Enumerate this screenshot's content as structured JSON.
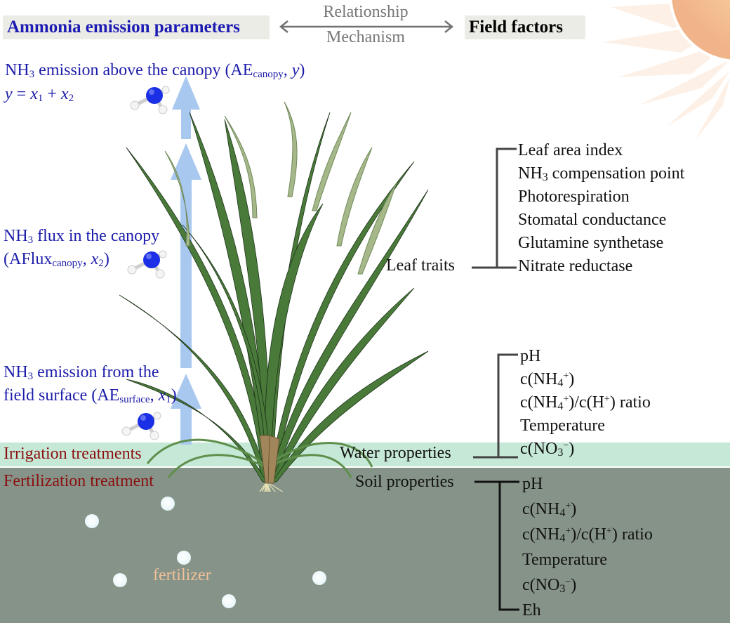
{
  "header": {
    "left_title": "Ammonia emission parameters",
    "right_title": "Field factors",
    "arrow_top_label": "Relationship",
    "arrow_bottom_label": "Mechanism"
  },
  "emission_params": {
    "canopy": {
      "prefix": "NH",
      "sub1": "3",
      "text": " emission above the canopy (AE",
      "sub2": "canopy",
      "sep": ", ",
      "var": "y",
      "close": ")",
      "equation": {
        "lhs": "y",
        "eq": " = ",
        "v1": "x",
        "s1": "1",
        "plus": " + ",
        "v2": "x",
        "s2": "2"
      }
    },
    "flux": {
      "line1_prefix": "NH",
      "line1_sub": "3",
      "line1_text": " flux in the canopy",
      "line2_open": "(AFlux",
      "line2_sub": "canopy",
      "line2_sep": ", ",
      "line2_var": "x",
      "line2_varsub": "2",
      "line2_close": ")"
    },
    "surface": {
      "line1_prefix": "NH",
      "line1_sub": "3",
      "line1_text": " emission from the",
      "line2_open": "field surface (AE",
      "line2_sub": "surface",
      "line2_sep": ", ",
      "line2_var": "x",
      "line2_varsub": "1",
      "line2_close": ")"
    }
  },
  "treatments": {
    "irrigation": "Irrigation treatments",
    "fertilization": "Fertilization treatment",
    "fertilizer_label": "fertilizer"
  },
  "leaf_traits": {
    "label": "Leaf traits",
    "items": [
      {
        "main": "Leaf area index"
      },
      {
        "pre": "NH",
        "sub": "3",
        "post": " compensation point"
      },
      {
        "main": "Photorespiration"
      },
      {
        "main": "Stomatal conductance"
      },
      {
        "main": "Glutamine synthetase"
      },
      {
        "main": "Nitrate reductase"
      }
    ]
  },
  "water_properties": {
    "label": "Water properties",
    "items": [
      "pH",
      "c(NH4+)",
      "c(NH4+)/c(H+) ratio",
      "Temperature",
      "c(NO3−)"
    ]
  },
  "soil_properties": {
    "label": "Soil properties",
    "items": [
      "pH",
      "c(NH4+)",
      "c(NH4+)/c(H+) ratio",
      "Temperature",
      "c(NO3−)",
      "Eh"
    ]
  },
  "colors": {
    "title_blue": "#1c1cb4",
    "treatment_red": "#8b0f0f",
    "water_layer": "#c6e9d7",
    "soil_layer": "#869388",
    "flux_arrow": "#a9c8f0",
    "ammonia_N": "#1a2fe6",
    "leaf_green": "#4a7a3a",
    "root": "#ece8b8",
    "fertilizer_text": "#f2c199"
  }
}
